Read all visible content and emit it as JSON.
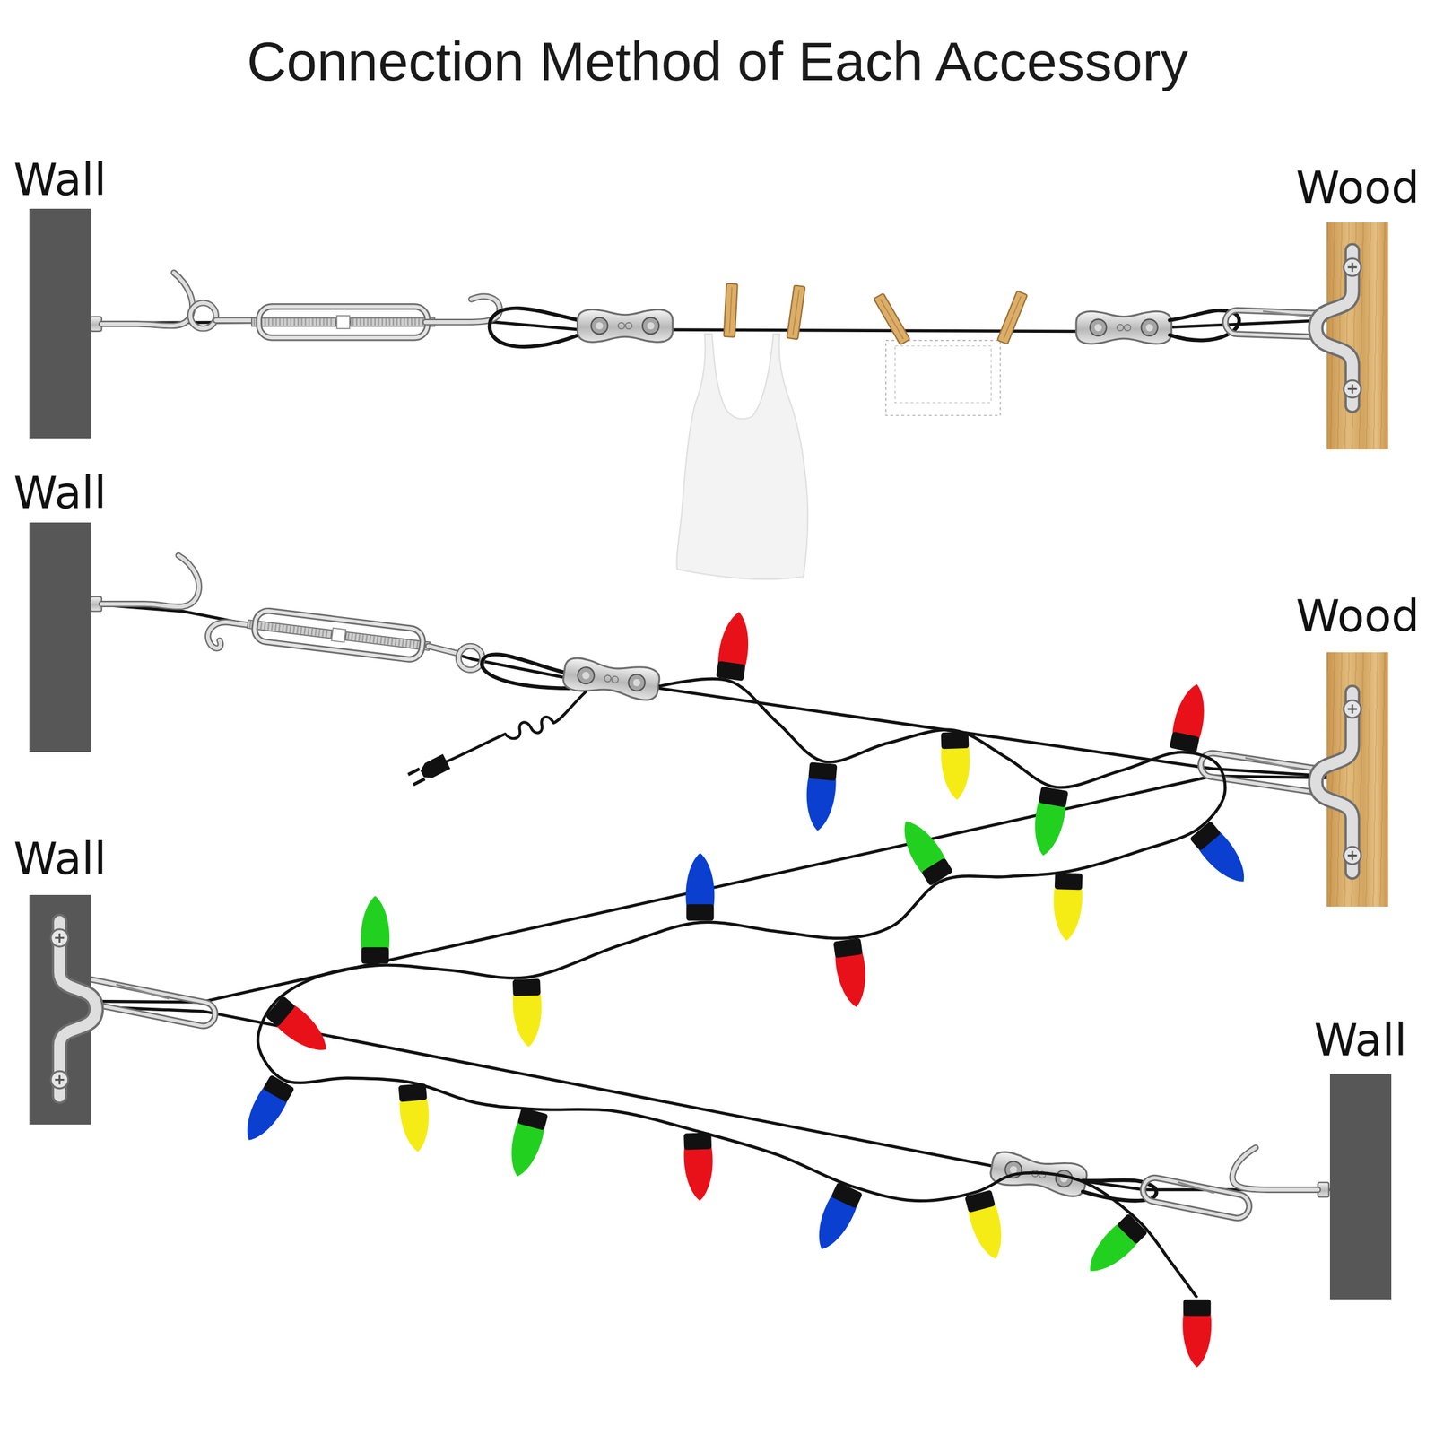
{
  "diagram": {
    "title": "Connection Method of Each Accessory",
    "nodes": [
      {
        "text": [
          "Wall"
        ]
      },
      {
        "text": [
          "Wood"
        ]
      },
      {
        "text": [
          "Wall"
        ]
      },
      {
        "text": [
          "Wood"
        ]
      },
      {
        "text": [
          "Wall"
        ]
      },
      {
        "text": [
          "Wall"
        ]
      }
    ],
    "edges": [
      {
        "from": 0,
        "to": 1,
        "arrow": "none"
      },
      {
        "from": 2,
        "to": 3,
        "arrow": "none"
      },
      {
        "from": 3,
        "to": 4,
        "arrow": "none"
      },
      {
        "from": 4,
        "to": 5,
        "arrow": "none"
      }
    ]
  }
}
